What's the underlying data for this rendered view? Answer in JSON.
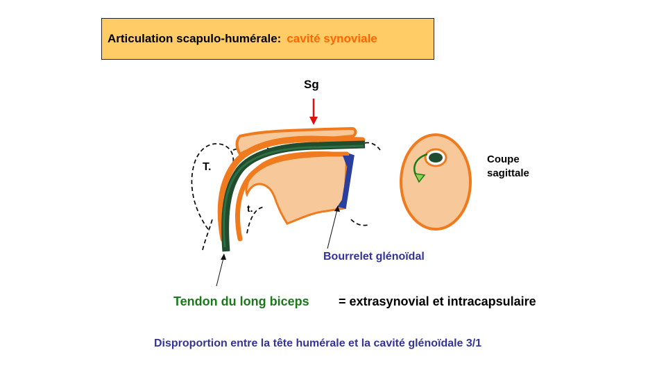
{
  "title": {
    "prefix": "Articulation  scapulo-humérale:",
    "highlight": "cavité synoviale"
  },
  "labels": {
    "sg": "Sg",
    "T": "T.",
    "t": "t.",
    "coupe_line1": "Coupe",
    "coupe_line2": "sagittale",
    "bourrelet": "Bourrelet glénoïdal",
    "tendon": "Tendon du long biceps",
    "equals": "= extrasynovial et intracapsulaire",
    "disproportion": "Disproportion entre la tête humérale et la cavité glénoïdale 3/1"
  },
  "colors": {
    "title_bg": "#ffcc66",
    "highlight": "#ff6600",
    "tendon_green": "#1a7a1a",
    "dark_green": "#1f4d2e",
    "capsule_orange": "#f07a1e",
    "bone_fill": "#f7c89a",
    "labrum_blue": "#2a3f9e",
    "arrow_red": "#e01010",
    "label_blue": "#333399"
  }
}
